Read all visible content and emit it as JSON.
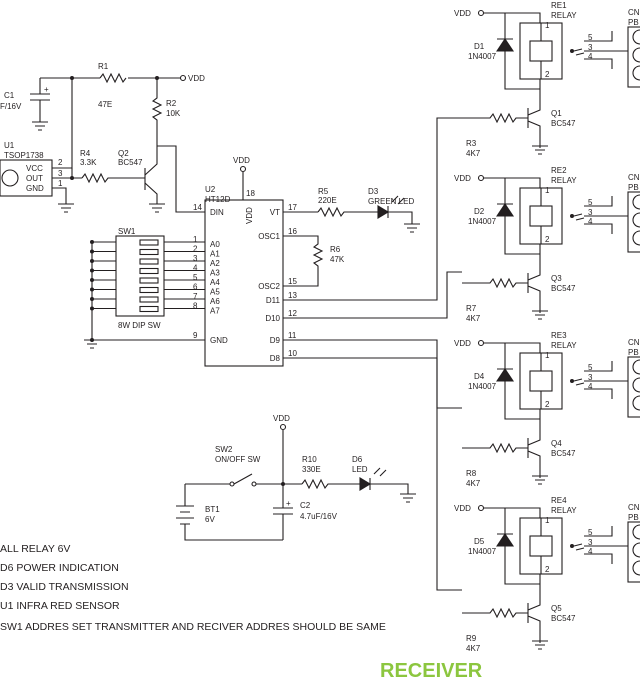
{
  "title": "RECEIVER",
  "notes": [
    "ALL RELAY 6V",
    "D6 POWER INDICATION",
    "D3 VALID TRANSMISSION",
    "U1 INFRA RED SENSOR",
    "SW1  ADDRES SET TRANSMITTER AND RECIVER ADDRES SHOULD BE SAME"
  ],
  "power": {
    "vdd": "VDD"
  },
  "c1": {
    "ref": "C1",
    "value": "F/16V",
    "pol": "+"
  },
  "r1": {
    "ref": "R1",
    "value": "47E"
  },
  "r2": {
    "ref": "R2",
    "value": "10K"
  },
  "r4": {
    "ref": "R4",
    "value": "3.3K"
  },
  "u1": {
    "ref": "U1",
    "part": "TSOP1738",
    "pins": [
      "VCC",
      "OUT",
      "GND"
    ],
    "pin_nums": [
      "2",
      "3",
      "1"
    ]
  },
  "q2": {
    "ref": "Q2",
    "part": "BC547"
  },
  "u2": {
    "ref": "U2",
    "part": "HT12D",
    "left_pins": [
      "DIN",
      "A0",
      "A1",
      "A2",
      "A3",
      "A4",
      "A5",
      "A6",
      "A7",
      "GND"
    ],
    "left_nums": [
      "14",
      "1",
      "2",
      "3",
      "4",
      "5",
      "6",
      "7",
      "8",
      "9"
    ],
    "right_pins": [
      "VT",
      "OSC1",
      "OSC2",
      "D11",
      "D10",
      "D9",
      "D8"
    ],
    "right_nums": [
      "17",
      "16",
      "15",
      "13",
      "12",
      "11",
      "10"
    ],
    "vdd_pin": "VDD",
    "vdd_num": "18"
  },
  "sw1": {
    "ref": "SW1",
    "label": "8W DIP SW"
  },
  "r5": {
    "ref": "R5",
    "value": "220E"
  },
  "d3": {
    "ref": "D3",
    "label": "GREEN LED"
  },
  "r6": {
    "ref": "R6",
    "value": "47K"
  },
  "sw2": {
    "ref": "SW2",
    "label": "ON/OFF SW"
  },
  "bt1": {
    "ref": "BT1",
    "value": "6V"
  },
  "r10": {
    "ref": "R10",
    "value": "330E"
  },
  "c2": {
    "ref": "C2",
    "value": "4.7uF/16V",
    "pol": "+"
  },
  "d6": {
    "ref": "D6",
    "label": "LED"
  },
  "channels": [
    {
      "re": "RE1",
      "relay": "RELAY",
      "d": "D1",
      "dpart": "1N4007",
      "q": "Q1",
      "qpart": "BC547",
      "r": "R3",
      "rval": "4K7",
      "cn": "CN",
      "pb": "PB"
    },
    {
      "re": "RE2",
      "relay": "RELAY",
      "d": "D2",
      "dpart": "1N4007",
      "q": "Q3",
      "qpart": "BC547",
      "r": "R7",
      "rval": "4K7",
      "cn": "CN",
      "pb": "PB"
    },
    {
      "re": "RE3",
      "relay": "RELAY",
      "d": "D4",
      "dpart": "1N4007",
      "q": "Q4",
      "qpart": "BC547",
      "r": "R8",
      "rval": "4K7",
      "cn": "CN",
      "pb": "PB"
    },
    {
      "re": "RE4",
      "relay": "RELAY",
      "d": "D5",
      "dpart": "1N4007",
      "q": "Q5",
      "qpart": "BC547",
      "r": "R9",
      "rval": "4K7",
      "cn": "CN",
      "pb": "PB"
    }
  ],
  "relay_pins": [
    "1",
    "2",
    "5",
    "3",
    "4"
  ]
}
